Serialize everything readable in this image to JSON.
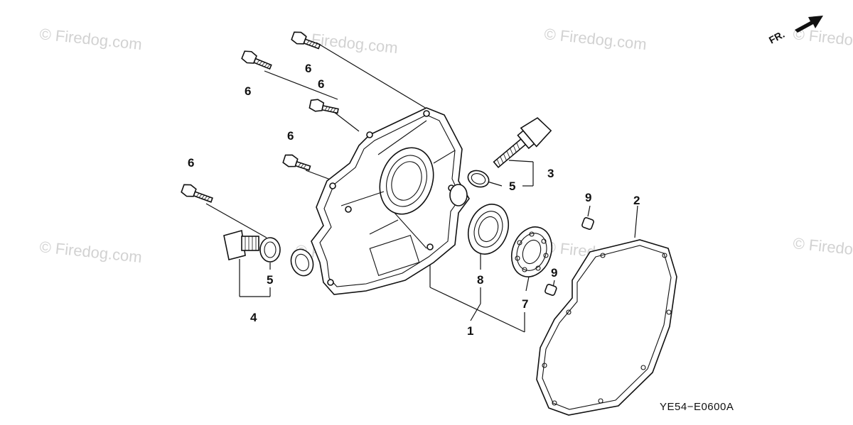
{
  "watermark": "© Firedog.com",
  "orientation_label": "FR.",
  "diagram_code": "YE54−E0600A",
  "callouts": {
    "bolt_a": "6",
    "bolt_b": "6",
    "bolt_c": "6",
    "bolt_d": "6",
    "bolt_e": "6",
    "oil_level_gauge": "3",
    "gauge_oring": "5",
    "drain_oring": "5",
    "drain_plug": "4",
    "oil_seal": "8",
    "bearing": "7",
    "cover_assembly": "1",
    "dowel_pin_upper": "9",
    "dowel_pin_lower": "9",
    "gasket": "2"
  }
}
